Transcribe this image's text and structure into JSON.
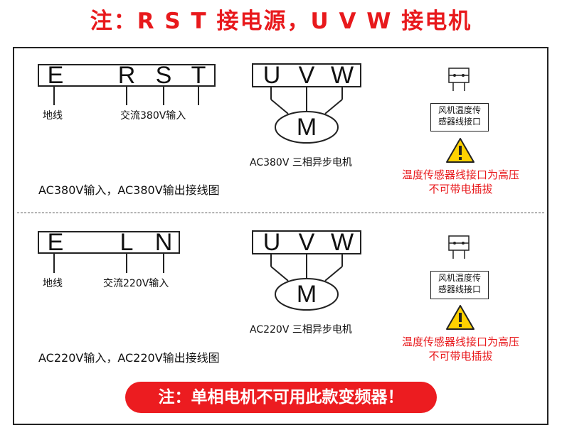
{
  "title": "注：R S T 接电源，U V W 接电机",
  "top": {
    "input_terminals": [
      "E",
      "R",
      "S",
      "T"
    ],
    "label_ground": "地线",
    "label_input": "交流380V输入",
    "motor_terminals": [
      "U",
      "V",
      "W"
    ],
    "motor_symbol": "M",
    "motor_caption": "AC380V 三相异步电机",
    "wiring_caption": "AC380V输入，AC380V输出接线图",
    "sensor_label_line1": "风机温度传",
    "sensor_label_line2": "感器线接口",
    "warning_line1": "温度传感器线接口为高压",
    "warning_line2": "不可带电插拔"
  },
  "bottom": {
    "input_terminals": [
      "E",
      "L",
      "N"
    ],
    "label_ground": "地线",
    "label_input": "交流220V输入",
    "motor_terminals": [
      "U",
      "V",
      "W"
    ],
    "motor_symbol": "M",
    "motor_caption": "AC220V 三相异步电机",
    "wiring_caption": "AC220V输入，AC220V输出接线图",
    "sensor_label_line1": "风机温度传",
    "sensor_label_line2": "感器线接口",
    "warning_line1": "温度传感器线接口为高压",
    "warning_line2": "不可带电插拔"
  },
  "banner": "注：单相电机不可用此款变频器！",
  "colors": {
    "accent": "#e8191c",
    "banner_bg": "#ec1c20",
    "warning_yellow": "#ffd200"
  }
}
